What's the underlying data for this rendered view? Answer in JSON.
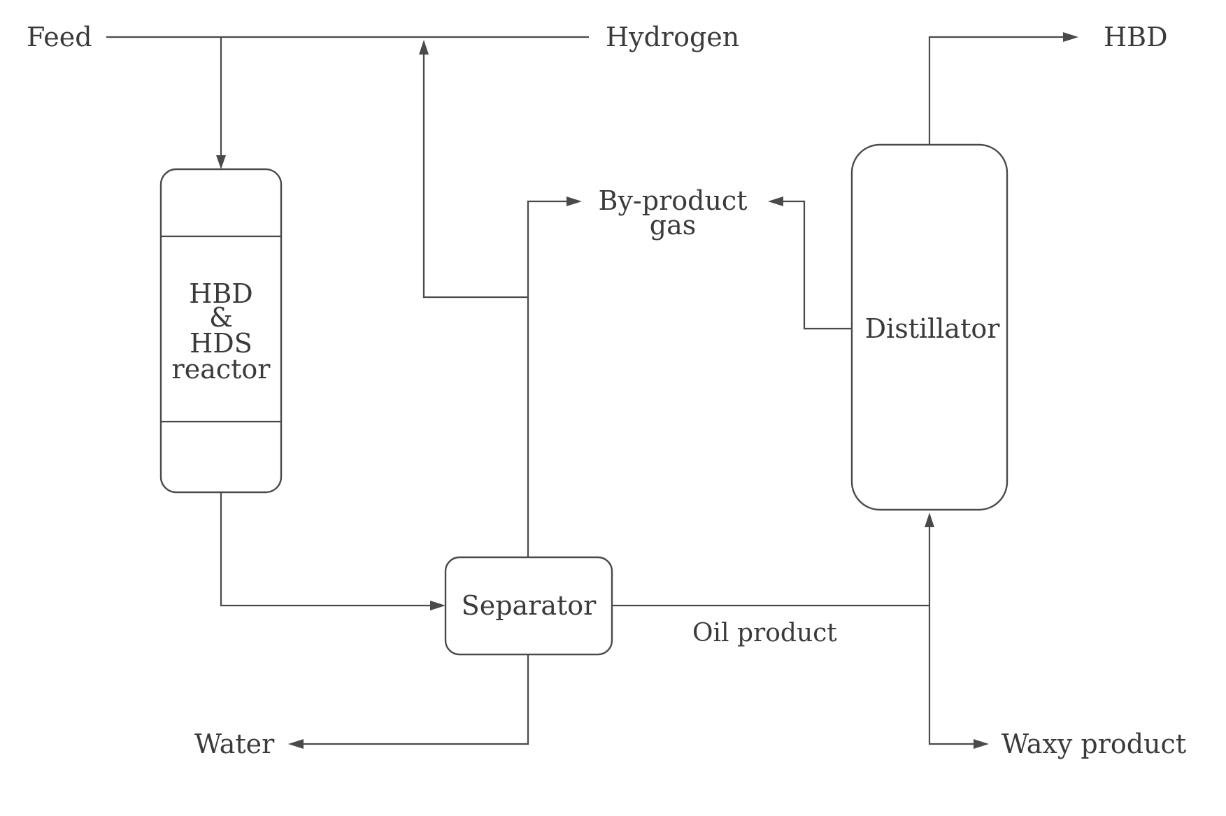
{
  "labels": {
    "feed": "Feed",
    "hydrogen": "Hydrogen",
    "hbd_out": "HBD",
    "byproduct_line1": "By-product",
    "byproduct_line2": "gas",
    "reactor_line1": "HBD",
    "reactor_line2": "&",
    "reactor_line3": "HDS",
    "reactor_line4": "reactor",
    "distillator": "Distillator",
    "separator": "Separator",
    "oil_product": "Oil product",
    "water": "Water",
    "waxy_product": "Waxy product"
  },
  "colors": {
    "line": "#4a4a4a",
    "text": "#3a3a3a",
    "background": "#ffffff"
  }
}
